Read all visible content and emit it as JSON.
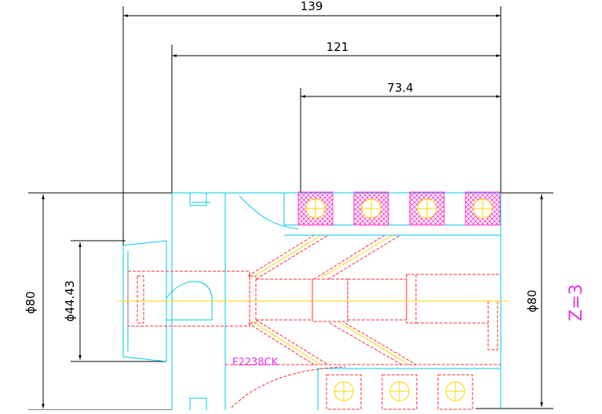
{
  "dimensions": {
    "overall_length": "139",
    "body_length": "121",
    "insert_span": "73.4",
    "outer_diameter_left": "ϕ80",
    "bore_diameter": "ϕ44.43",
    "outer_diameter_right": "ϕ80"
  },
  "annotations": {
    "part_number": "F2238CK",
    "tooth_count": "Z=3"
  },
  "colors": {
    "outline": "#00c8e8",
    "hidden": "#ff2a3a",
    "dimension": "#000000",
    "insert_hatch": "#ff33cc",
    "insert_screw": "#ffd400",
    "centerline": "#ffd400",
    "annotation": "#e633e6"
  }
}
